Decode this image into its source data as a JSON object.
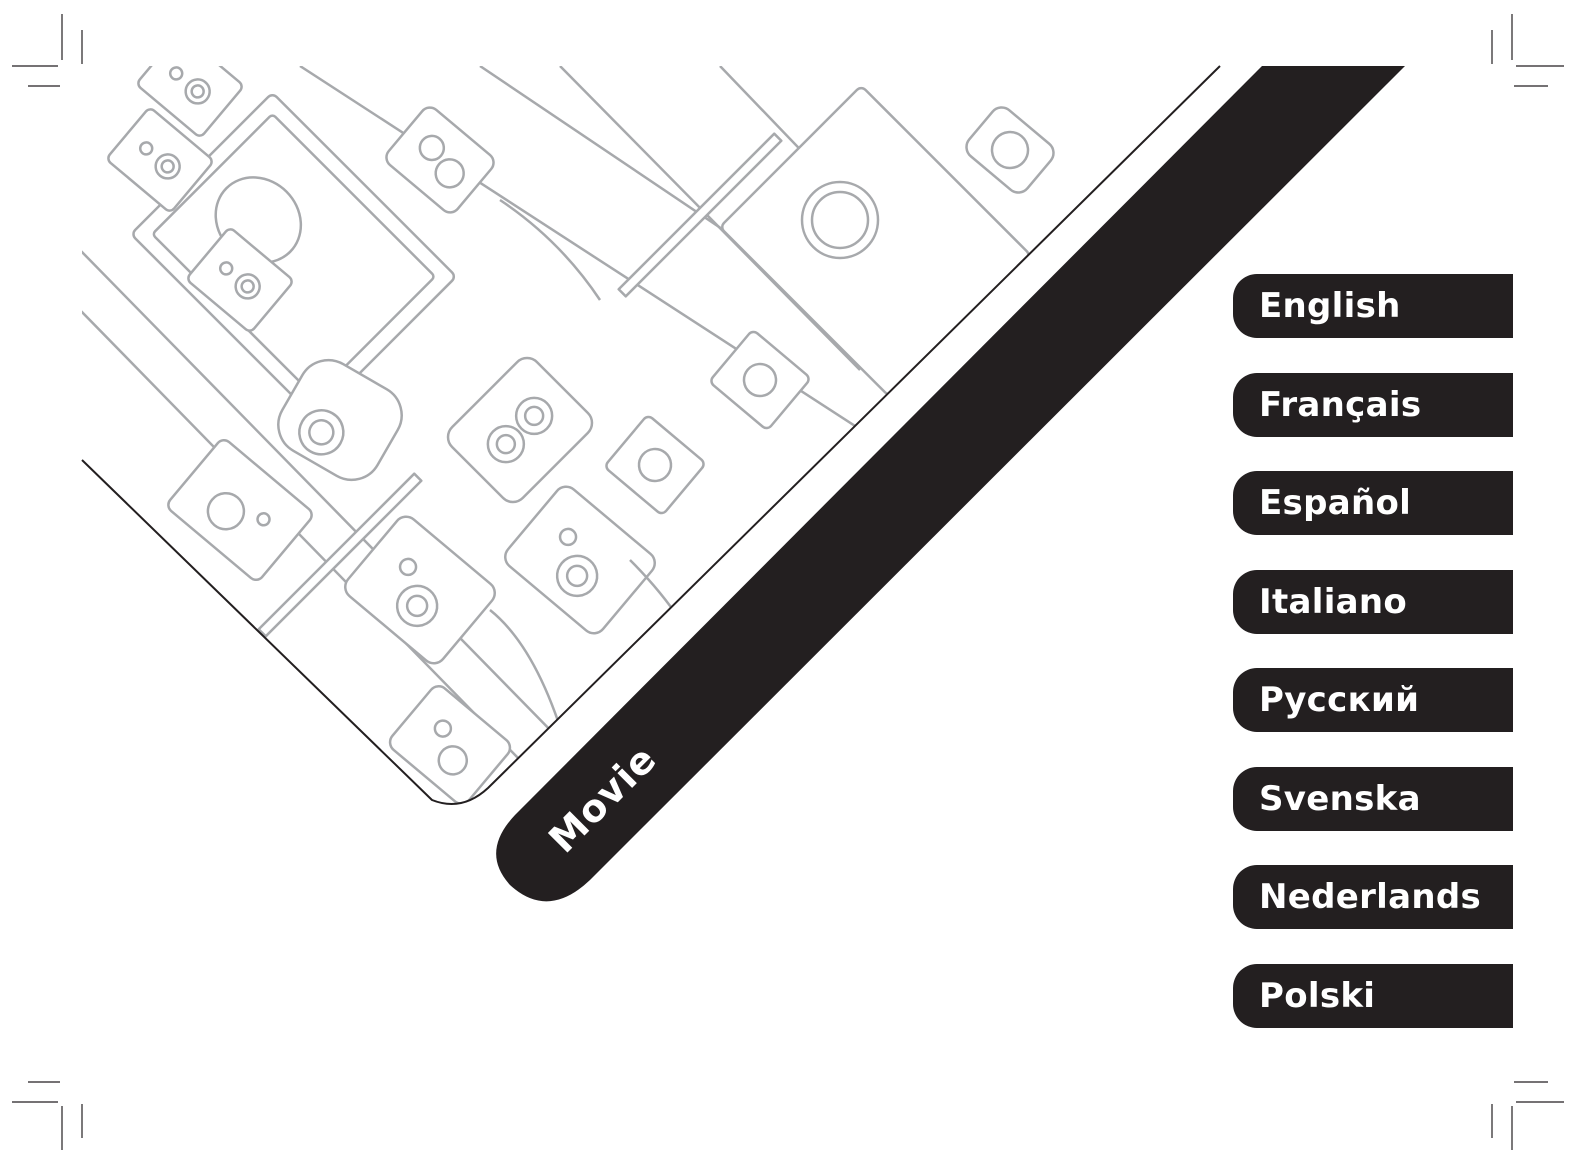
{
  "band": {
    "label": "Movie"
  },
  "languages": [
    {
      "label": "English"
    },
    {
      "label": "Français"
    },
    {
      "label": "Español"
    },
    {
      "label": "Italiano"
    },
    {
      "label": "Русский"
    },
    {
      "label": "Svenska"
    },
    {
      "label": "Nederlands"
    },
    {
      "label": "Polski"
    }
  ],
  "colors": {
    "band": "#231f20",
    "illustration_line": "#a7a9ac",
    "tab": "#231f20"
  }
}
